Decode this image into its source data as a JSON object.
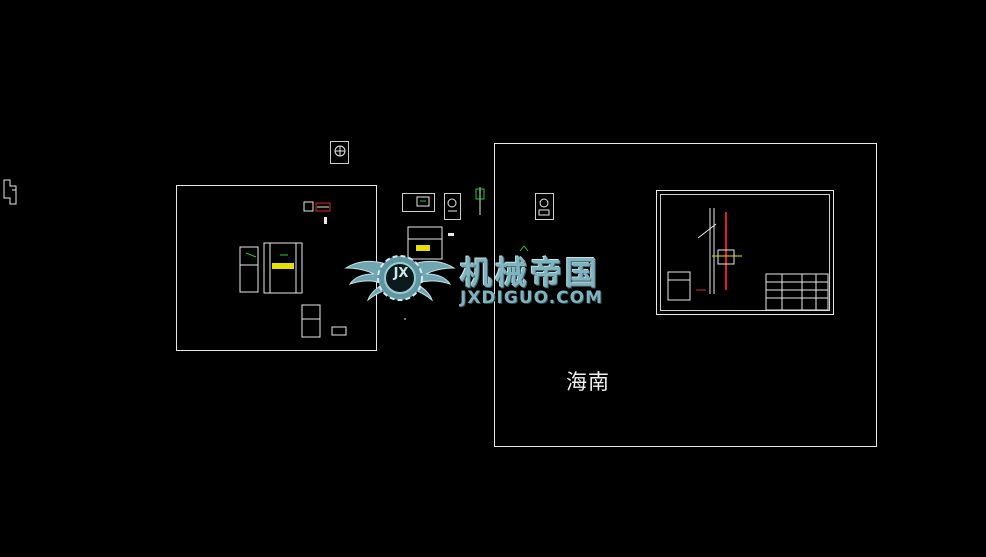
{
  "canvas": {
    "background": "#000000",
    "foreground": "#e8e8e8",
    "accent_red": "#e02020",
    "accent_yellow": "#e8e000",
    "accent_green": "#20d020"
  },
  "drawing": {
    "region_label": "海南"
  },
  "watermark": {
    "brand_cn": "机械帝国",
    "brand_en": "JXDIGUO.COM",
    "logo_letters": "JX",
    "color": "#7fb3bd"
  }
}
